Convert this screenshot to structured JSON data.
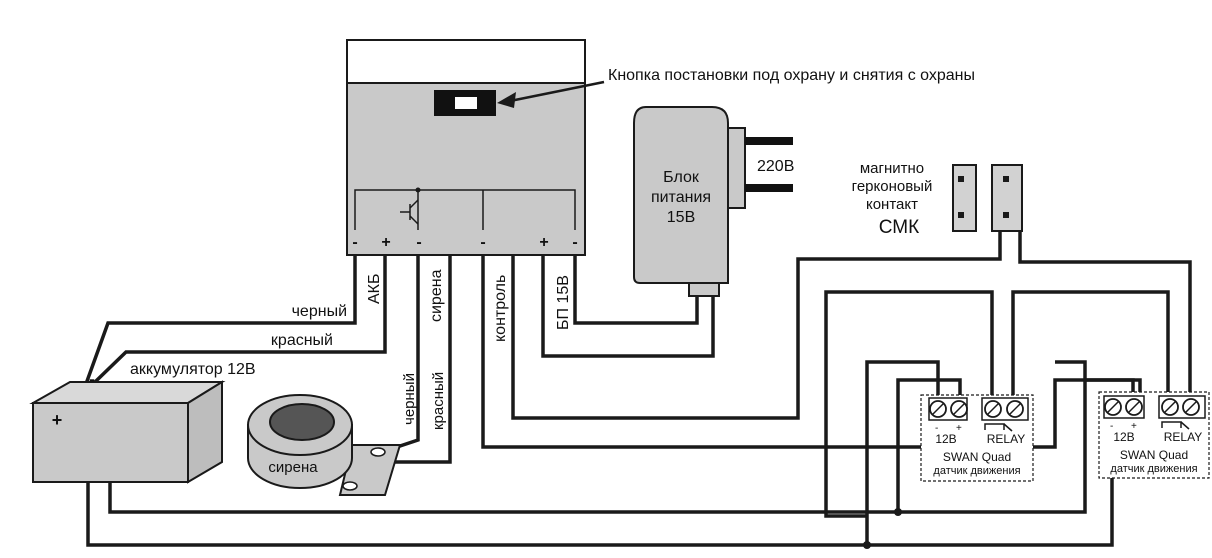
{
  "diagram": {
    "button_callout": "Кнопка постановки под охрану и снятия с охраны",
    "terminals": {
      "minus": "-",
      "plus": "+"
    },
    "psu": {
      "line1": "Блок",
      "line2": "питания",
      "line3": "15В",
      "mains": "220В"
    },
    "reed": {
      "line1": "магнитно",
      "line2": "герконовый",
      "line3": "контакт",
      "abbr": "СМК"
    },
    "wires": {
      "black": "черный",
      "red": "красный",
      "akb": "АКБ",
      "siren": "сирена",
      "control": "контроль",
      "psu15": "БП 15В"
    },
    "battery": {
      "label": "аккумулятор 12В"
    },
    "siren": {
      "label": "сирена",
      "black": "черный",
      "red": "красный"
    },
    "sensor1": {
      "power": "12В",
      "relay": "RELAY",
      "name": "SWAN Quad",
      "desc": "датчик движения"
    },
    "sensor2": {
      "power": "12В",
      "relay": "RELAY",
      "name": "SWAN Quad",
      "desc": "датчик движения"
    }
  }
}
